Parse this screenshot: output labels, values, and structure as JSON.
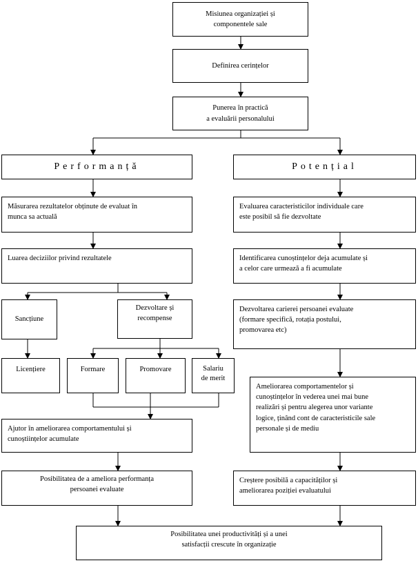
{
  "nodes": {
    "mission": "Misiunea organizației și\ncomponentele sale",
    "requirements": "Definirea cerințelor",
    "implementation": "Punerea în practică\na evaluării personalului",
    "performance": "Performanță",
    "potential": "Potențial",
    "measure_results": "Măsurarea rezultatelor obținute de evaluat în\nmunca sa actuală",
    "decisions": "Luarea deciziilor privind rezultatele",
    "sanction": "Sancțiune",
    "development_rewards": "Dezvoltare și\nrecompense",
    "dismissal": "Licențiere",
    "training": "Formare",
    "promotion": "Promovare",
    "merit_salary": "Salariu\nde merit",
    "help_improve": "Ajutor în ameliorarea comportamentului și\ncunoștiințelor acumulate",
    "possibility_improve": "Posibilitatea de a ameliora performanța\npersoanei evaluate",
    "evaluate_characteristics": "Evaluarea caracteristicilor individuale care\neste posibil să fie dezvoltate",
    "identify_knowledge": "Identificarea cunoștințelor deja acumulate și\na celor care urmează a fi acumulate",
    "career_development": "Dezvoltarea carierei persoanei evaluate\n(formare specifică, rotația postului,\npromovarea etc)",
    "improve_behaviors": "Ameliorarea comportamentelor și\ncunoștințelor în vederea unei mai bune\nrealizări și pentru alegerea unor variante\nlogice, ținând cont de caracteristicile sale\npersonale și de mediu",
    "capacity_growth": "Creștere posibilă a capacităților și\nameliorarea poziției evaluatului",
    "final_outcome": "Posibilitatea unei productivități și a unei\nsatisfacții crescute în organizație"
  }
}
